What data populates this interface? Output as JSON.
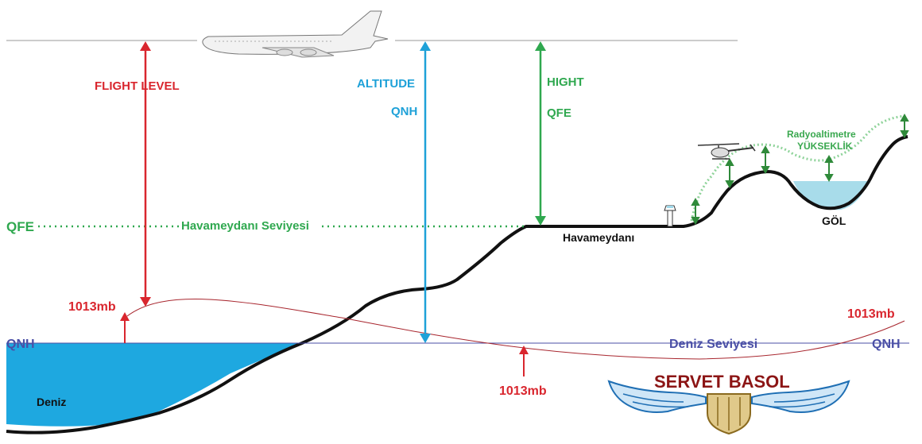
{
  "labels": {
    "flight_level": "FLIGHT LEVEL",
    "altitude": "ALTITUDE",
    "qnh_altitude": "QNH",
    "hight": "HIGHT",
    "qfe_hight": "QFE",
    "qfe_left": "QFE",
    "airfield_level": "Havameydanı Seviyesi",
    "airfield": "Havameydanı",
    "radio_altimeter_1": "Radyoaltimetre",
    "radio_altimeter_2": "YÜKSEKLİK",
    "lake": "GÖL",
    "pressure_left": "1013mb",
    "pressure_mid": "1013mb",
    "pressure_right": "1013mb",
    "qnh_left": "QNH",
    "qnh_right": "QNH",
    "sea_level": "Deniz Seviyesi",
    "sea": "Deniz",
    "author": "SERVET BASOL"
  },
  "colors": {
    "flight_level": "#d9262e",
    "altitude": "#1ea1d8",
    "hight": "#2fa84f",
    "sea": "#1ea8e0",
    "lake": "#a8dcea",
    "terrain": "#111111",
    "qnh": "#4a4fa6",
    "pressure_curve": "#a8262e",
    "logo": "#8c1515"
  },
  "icons": [
    "airplane-icon",
    "helicopter-icon",
    "control-tower-icon",
    "pilot-wings-logo"
  ]
}
